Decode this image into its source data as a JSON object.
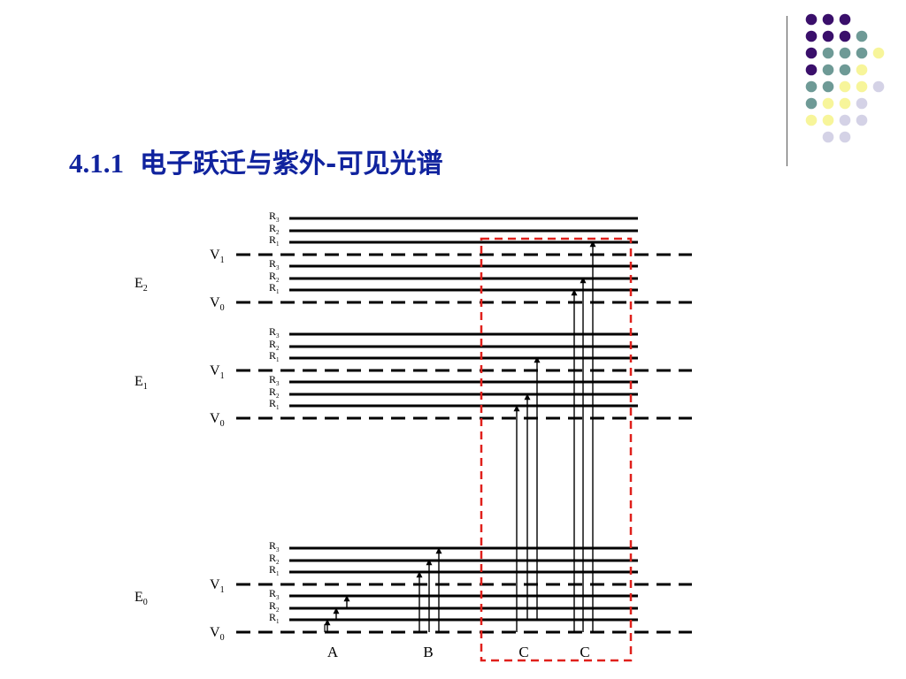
{
  "slide": {
    "title_number": "4.1.1",
    "title_text": "电子跃迁与紫外-可见光谱"
  },
  "decor": {
    "dot_colors": {
      "P": "#3a0f6b",
      "T": "#6e9a96",
      "Y": "#f7f59a",
      "L": "#d4d2e6"
    },
    "dot_pattern": [
      "PPP",
      "PPPT",
      "PTTTY",
      "PTTY",
      "TTYYL",
      "TYYL",
      "YYLL",
      "LL"
    ]
  },
  "diagram": {
    "electronic_levels": [
      {
        "label": "E",
        "sub": "2"
      },
      {
        "label": "E",
        "sub": "1"
      },
      {
        "label": "E",
        "sub": "0"
      }
    ],
    "vibrational_labels": [
      {
        "label": "V",
        "sub": "1"
      },
      {
        "label": "V",
        "sub": "0"
      }
    ],
    "rotational_labels": [
      {
        "label": "R",
        "sub": "3"
      },
      {
        "label": "R",
        "sub": "2"
      },
      {
        "label": "R",
        "sub": "1"
      }
    ],
    "transition_labels": [
      "A",
      "B",
      "C",
      "C"
    ],
    "colors": {
      "line": "#000000",
      "highlight": "#e0201b"
    }
  }
}
